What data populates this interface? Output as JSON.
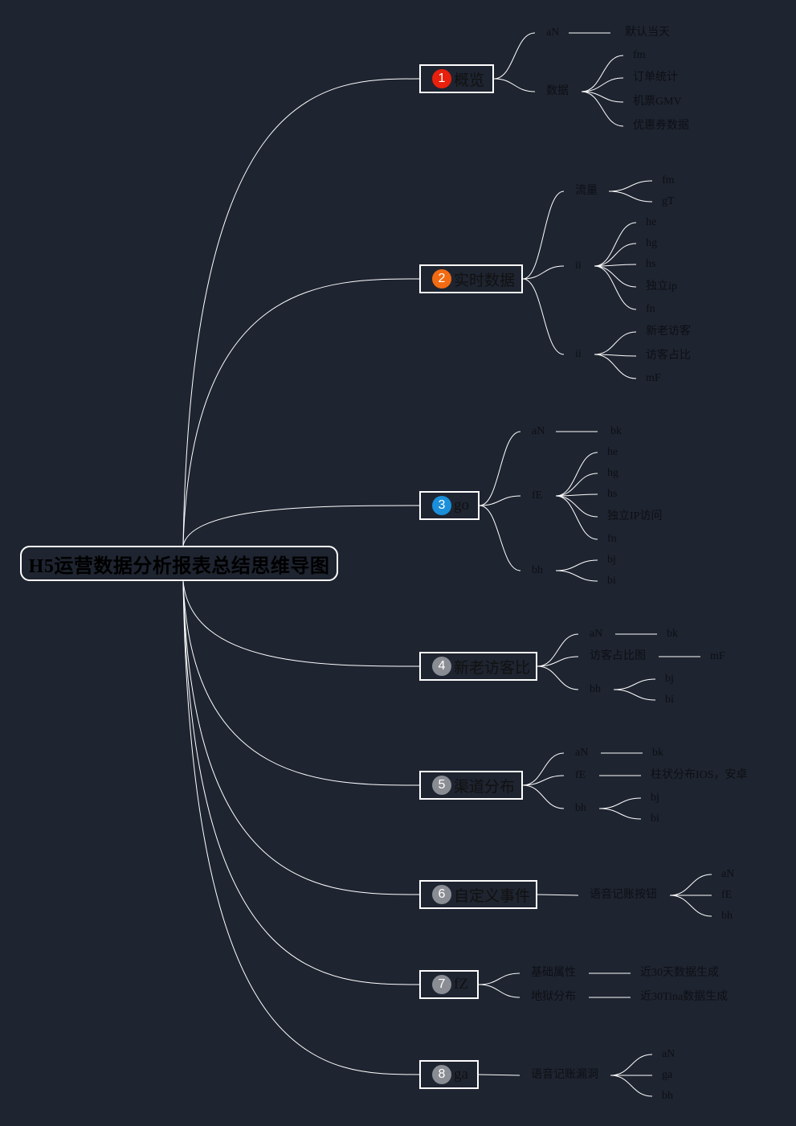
{
  "root": {
    "label": "H5运营数据分析报表总结思维导图"
  },
  "branch_colors": [
    "#e8200c",
    "#f26a12",
    "#1b8fd9",
    "#8a8d93",
    "#8a8d93",
    "#8a8d93",
    "#8a8d93",
    "#8a8d93"
  ],
  "branches": [
    {
      "num": "1",
      "label": "概览",
      "l2": [
        {
          "label": "aN",
          "l3": [
            {
              "label": "默认当天"
            }
          ]
        },
        {
          "label": "数据",
          "l3": [
            {
              "label": "fm"
            },
            {
              "label": "订单统计"
            },
            {
              "label": "机票GMV"
            },
            {
              "label": "优惠券数据"
            }
          ]
        }
      ]
    },
    {
      "num": "2",
      "label": "实时数据",
      "l2": [
        {
          "label": "流量",
          "l3": [
            {
              "label": "fm"
            },
            {
              "label": "gT"
            }
          ]
        },
        {
          "label": "ii",
          "l3": [
            {
              "label": "he"
            },
            {
              "label": "hg"
            },
            {
              "label": "hs"
            },
            {
              "label": "独立ip"
            },
            {
              "label": "fn"
            }
          ]
        },
        {
          "label": "ii",
          "l3": [
            {
              "label": "新老访客"
            },
            {
              "label": "访客占比"
            },
            {
              "label": "mF"
            }
          ]
        }
      ]
    },
    {
      "num": "3",
      "label": "go",
      "l2": [
        {
          "label": "aN",
          "l3": [
            {
              "label": "bk"
            }
          ]
        },
        {
          "label": "fE",
          "l3": [
            {
              "label": "he"
            },
            {
              "label": "hg"
            },
            {
              "label": "hs"
            },
            {
              "label": "独立IP访问"
            },
            {
              "label": "fn"
            }
          ]
        },
        {
          "label": "bh",
          "l3": [
            {
              "label": "bj"
            },
            {
              "label": "bi"
            }
          ]
        }
      ]
    },
    {
      "num": "4",
      "label": "新老访客比",
      "l2": [
        {
          "label": "aN",
          "l3": [
            {
              "label": "bk"
            }
          ]
        },
        {
          "label": "访客占比图",
          "l3": [
            {
              "label": "mF"
            }
          ]
        },
        {
          "label": "bh",
          "l3": [
            {
              "label": "bj"
            },
            {
              "label": "bi"
            }
          ]
        }
      ]
    },
    {
      "num": "5",
      "label": "渠道分布",
      "l2": [
        {
          "label": "aN",
          "l3": [
            {
              "label": "bk"
            }
          ]
        },
        {
          "label": "fE",
          "l3": [
            {
              "label": "柱状分布IOS，安卓"
            }
          ]
        },
        {
          "label": "bh",
          "l3": [
            {
              "label": "bj"
            },
            {
              "label": "bi"
            }
          ]
        }
      ]
    },
    {
      "num": "6",
      "label": "自定义事件",
      "l2": [
        {
          "label": "语音记账按钮",
          "l3": [
            {
              "label": "aN"
            },
            {
              "label": "fE"
            },
            {
              "label": "bh"
            }
          ]
        }
      ]
    },
    {
      "num": "7",
      "label": "fZ",
      "l2": [
        {
          "label": "基础属性",
          "l3": [
            {
              "label": "近30天数据生成"
            }
          ]
        },
        {
          "label": "地狱分布",
          "l3": [
            {
              "label": "近30Tina数据生成"
            }
          ]
        }
      ]
    },
    {
      "num": "8",
      "label": "ga",
      "l2": [
        {
          "label": "语音记账漏洞",
          "l3": [
            {
              "label": "aN"
            },
            {
              "label": "ga"
            },
            {
              "label": "bh"
            }
          ]
        }
      ]
    }
  ]
}
